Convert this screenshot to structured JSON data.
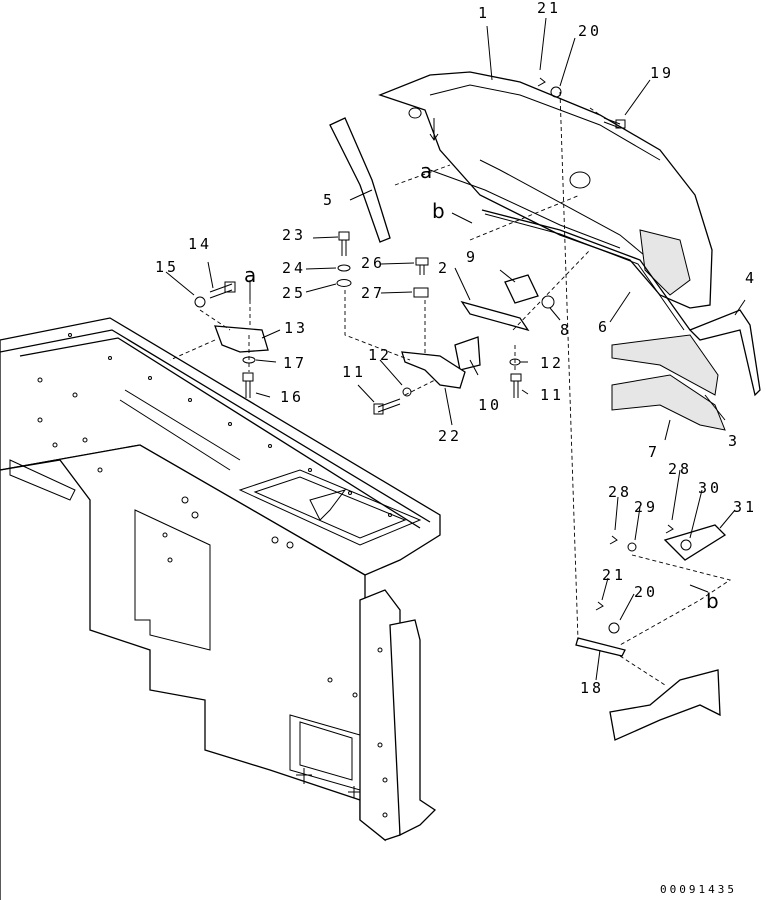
{
  "diagram": {
    "part_numbers": [
      "1",
      "2",
      "3",
      "4",
      "5",
      "6",
      "7",
      "8",
      "9",
      "10",
      "11",
      "11",
      "12",
      "12",
      "13",
      "14",
      "15",
      "16",
      "17",
      "18",
      "19",
      "20",
      "20",
      "21",
      "21",
      "22",
      "23",
      "24",
      "25",
      "26",
      "27",
      "28",
      "28",
      "29",
      "30",
      "31"
    ],
    "reference_letters": [
      "a",
      "a",
      "b",
      "b"
    ],
    "drawing_code": "00091435"
  }
}
